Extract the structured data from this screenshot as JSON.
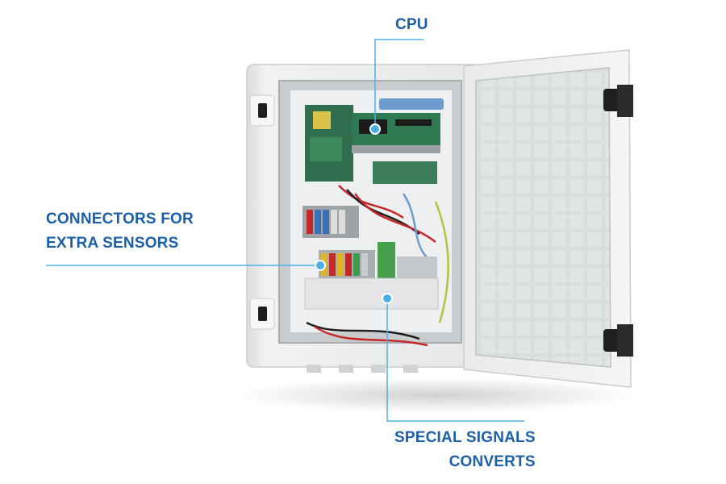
{
  "annotations": {
    "cpu": "CPU",
    "connectors_line1": "CONNECTORS FOR",
    "connectors_line2": "EXTRA SENSORS",
    "special_line1": "SPECIAL SIGNALS",
    "special_line2": "CONVERTS"
  },
  "colors": {
    "callout": "#1b5fa8",
    "leader_line": "#4ab0e8",
    "enclosure": "#e8eaea",
    "door_panel": "#dcdfe0"
  }
}
